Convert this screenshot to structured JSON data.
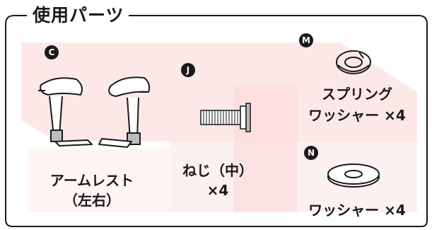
{
  "title": "使用パーツ",
  "colors": {
    "stripe": "#fde8e8",
    "ink": "#1a1a1a",
    "metal": "#bdbdbd"
  },
  "parts": [
    {
      "letter": "C",
      "name_line1": "アームレスト",
      "name_line2": "（左右）",
      "icon": "armrest-icon"
    },
    {
      "letter": "J",
      "name_line1": "ねじ（中）",
      "name_line2": "×4",
      "icon": "screw-icon"
    },
    {
      "letter": "M",
      "name_line1": "スプリング",
      "name_line2": "ワッシャー ×4",
      "icon": "spring-washer-icon"
    },
    {
      "letter": "N",
      "name_line1": "ワッシャー ×4",
      "icon": "flat-washer-icon"
    }
  ]
}
